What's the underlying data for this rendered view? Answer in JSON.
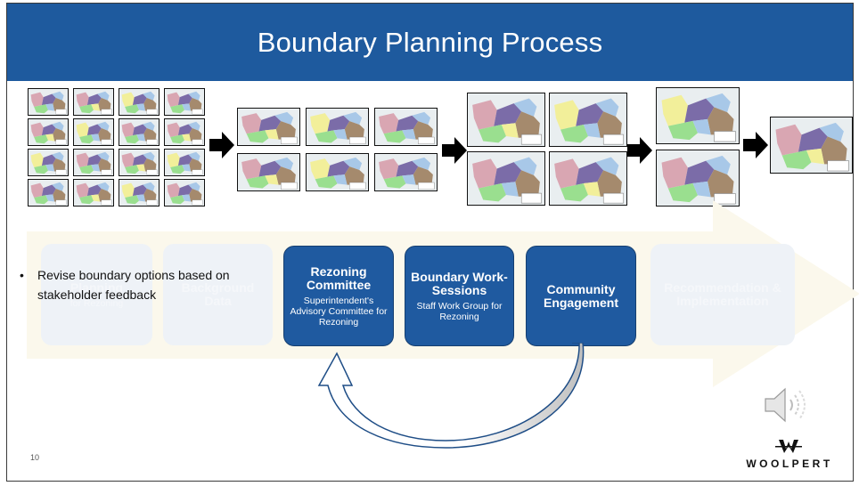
{
  "slide": {
    "title": "Boundary Planning Process",
    "page_number": "10"
  },
  "maps": {
    "icon": "district-map-thumbnail",
    "colors": {
      "a": "#d9a6b2",
      "b": "#a58a6d",
      "c": "#a8c8e8",
      "d": "#9adf8f",
      "e": "#7b6ca8",
      "f": "#f2ef9a",
      "bg": "#e9eef0"
    },
    "stages": [
      16,
      6,
      4,
      2,
      1
    ]
  },
  "process": {
    "steps": [
      {
        "title": "Planning",
        "subtitle": "for Rezoning",
        "active": false
      },
      {
        "title": "Background Data",
        "subtitle": "",
        "active": false
      },
      {
        "title": "Rezoning Committee",
        "subtitle": "Superintendent's Advisory Committee for Rezoning",
        "active": true
      },
      {
        "title": "Boundary Work-Sessions",
        "subtitle": "Staff Work Group for Rezoning",
        "active": true
      },
      {
        "title": "Community Engagement",
        "subtitle": "",
        "active": true
      },
      {
        "title": "Recommendation & Implementation",
        "subtitle": "",
        "active": false
      }
    ]
  },
  "bullet": {
    "text": "Revise boundary options based on stakeholder feedback"
  },
  "logo": {
    "name": "WOOLPERT"
  },
  "audio": {
    "icon": "speaker-icon"
  }
}
